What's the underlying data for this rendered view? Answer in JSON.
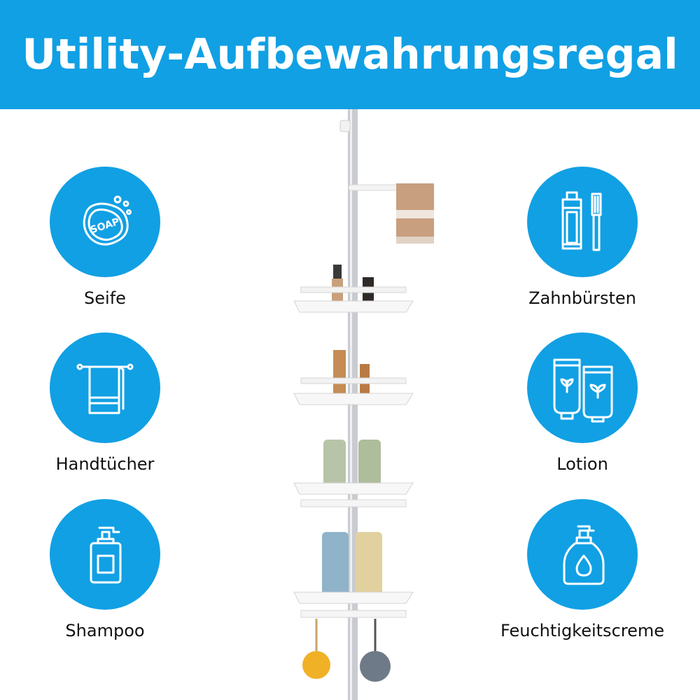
{
  "header": {
    "title": "Utility-Aufbewahrungsregal"
  },
  "colors": {
    "accent": "#11a0e4",
    "text": "#111111",
    "background": "#ffffff"
  },
  "features_left": [
    {
      "label": "Seife",
      "icon": "soap-icon"
    },
    {
      "label": "Handtücher",
      "icon": "towel-icon"
    },
    {
      "label": "Shampoo",
      "icon": "pump-bottle-icon"
    }
  ],
  "features_right": [
    {
      "label": "Zahnbürsten",
      "icon": "toothpaste-toothbrush-icon"
    },
    {
      "label": "Lotion",
      "icon": "lotion-tubes-icon"
    },
    {
      "label": "Feuchtigkeitscreme",
      "icon": "moisturizer-bottle-icon"
    }
  ],
  "soap_text": "SOAP"
}
